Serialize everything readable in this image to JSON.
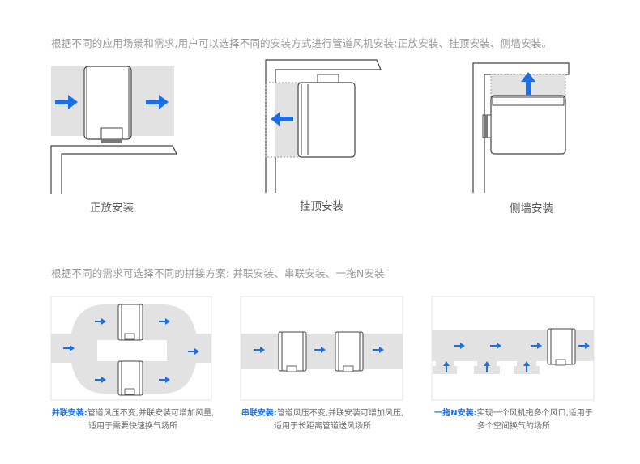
{
  "intro": {
    "install_text": "根据不同的应用场景和需求,用户可以选择不同的安装方式进行管道风机安装:正放安装、挂顶安装、侧墙安装。",
    "combo_text": "根据不同的需求可选择不同的拼接方案: 并联安装、串联安装、一拖N安装"
  },
  "install_methods": [
    {
      "label": "正放安装"
    },
    {
      "label": "挂顶安装"
    },
    {
      "label": "侧墙安装"
    }
  ],
  "combos": [
    {
      "name": "并联安装:",
      "line1": "管道风压不变,并联安装可增加风量,",
      "line2": "适用于需要快速换气场所"
    },
    {
      "name": "串联安装:",
      "line1": "管道风压不变,并联安装可增加风压,",
      "line2": "适用于长距离管道送风场所"
    },
    {
      "name": "一拖N安装:",
      "line1": "实现一个风机拖多个风口,适用于",
      "line2": "多个空间换气的场所"
    }
  ],
  "colors": {
    "accent": "#1a6fe6",
    "duct": "#e2e2e2",
    "line": "#444444"
  }
}
